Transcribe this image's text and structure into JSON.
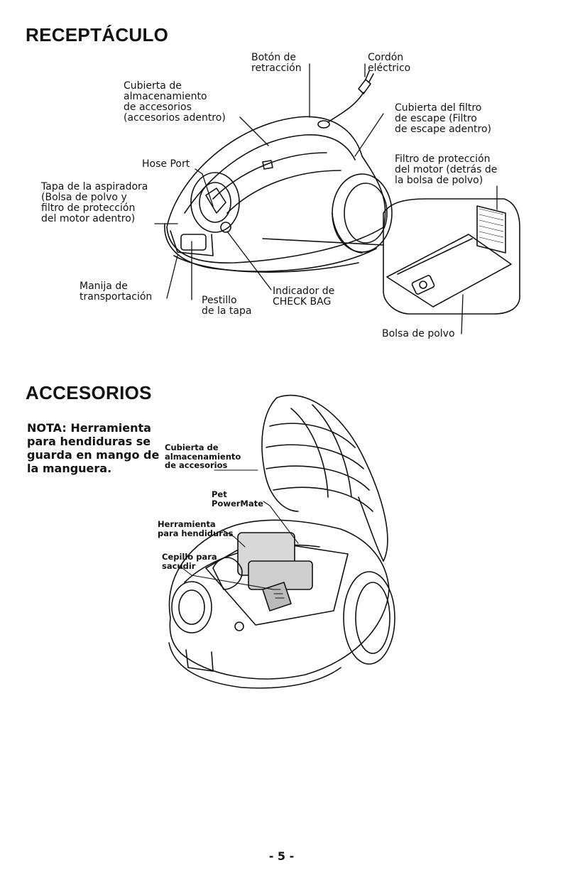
{
  "sections": {
    "receptaculo": {
      "title": "RECEPTÁCULO",
      "labels": {
        "retract_button": "Botón de\nretracción",
        "power_cord": "Cordón\neléctrico",
        "accessory_cover": "Cubierta de\nalmacenamiento\nde accesorios\n(accesorios adentro)",
        "exhaust_filter_cover": "Cubierta del filtro\nde escape (Filtro\nde escape adentro)",
        "hose_port": "Hose Port",
        "motor_filter": "Filtro de protección\ndel motor (detrás de\nla bolsa de polvo)",
        "lid": "Tapa de la aspiradora\n(Bolsa de polvo y\nfiltro de protección\ndel motor adentro)",
        "carry_handle": "Manija de\ntransportación",
        "lid_latch": "Pestillo\nde la tapa",
        "check_bag": "Indicador de\nCHECK BAG",
        "dust_bag": "Bolsa de polvo"
      }
    },
    "accesorios": {
      "title": "ACCESORIOS",
      "note": "NOTA: Herramienta\npara hendiduras se\nguarda en mango de\nla manguera.",
      "labels": {
        "accessory_cover": "Cubierta de\nalmacenamiento\nde accesorios",
        "pet_powermate": "Pet\nPowerMate",
        "crevice_tool": "Herramienta\npara hendiduras",
        "dusting_brush": "Cepillo para\nsacudir"
      }
    }
  },
  "footer": {
    "page_number": "- 5 -"
  }
}
